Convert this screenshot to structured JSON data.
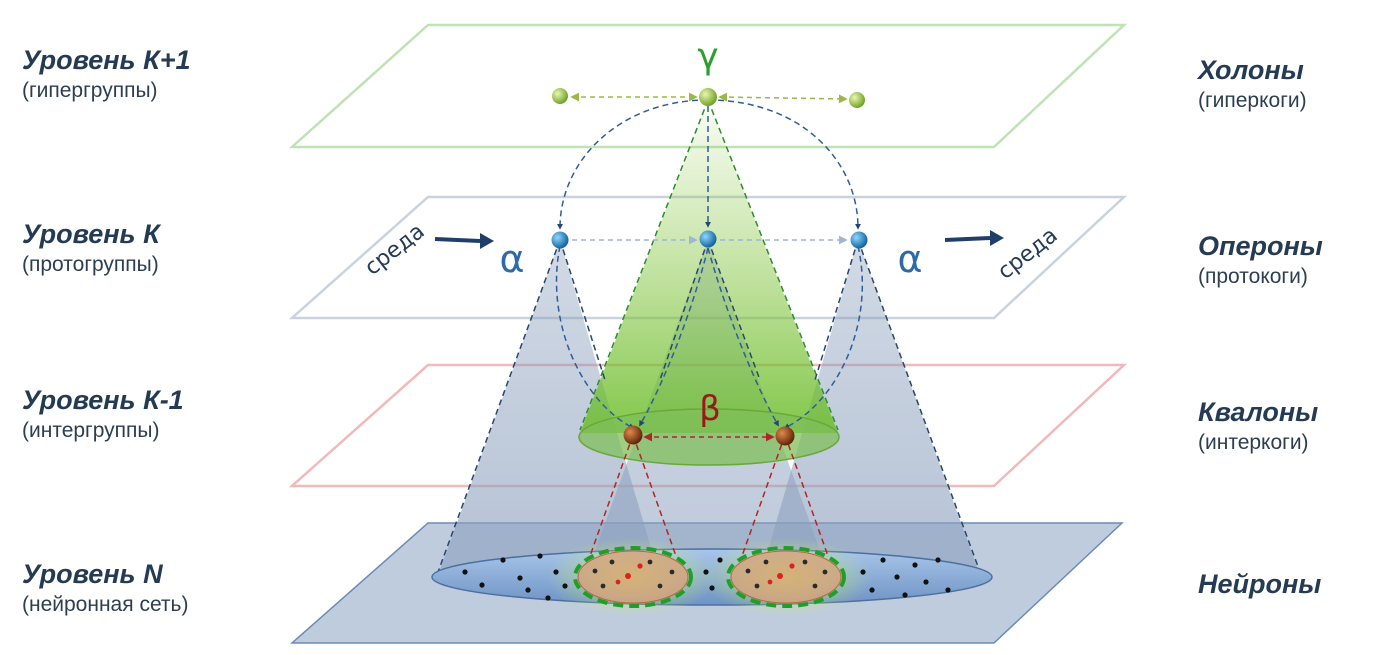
{
  "levels": [
    {
      "title": "Уровень К+1",
      "subtitle": "(гипергруппы)",
      "role_title": "Холоны",
      "role_subtitle": "(гиперкоги)"
    },
    {
      "title": "Уровень К",
      "subtitle": "(протогруппы)",
      "role_title": "Опероны",
      "role_subtitle": "(протокоги)"
    },
    {
      "title": "Уровень К-1",
      "subtitle": "(интергруппы)",
      "role_title": "Квалоны",
      "role_subtitle": "(интеркоги)"
    },
    {
      "title": "Уровень N",
      "subtitle": "(нейронная сеть)",
      "role_title": "Нейроны",
      "role_subtitle": ""
    }
  ],
  "greek": {
    "gamma": "γ",
    "alpha": "α",
    "beta": "β"
  },
  "environment": {
    "left": "среда",
    "right": "среда"
  },
  "colors": {
    "text": "#243b53",
    "plane_top": "#bfe3b4",
    "plane_k": "#c9d3e0",
    "plane_k1": "#f2b9b9",
    "plane_n_fill": "#b8c8de",
    "plane_n_stroke": "#5a7fb0",
    "node_green": "#8cc63f",
    "node_blue": "#1f86c9",
    "node_brown": "#8a3a12",
    "gamma": "#2e9e2e",
    "alpha": "#2e6aa8",
    "beta": "#9a1a1a"
  }
}
